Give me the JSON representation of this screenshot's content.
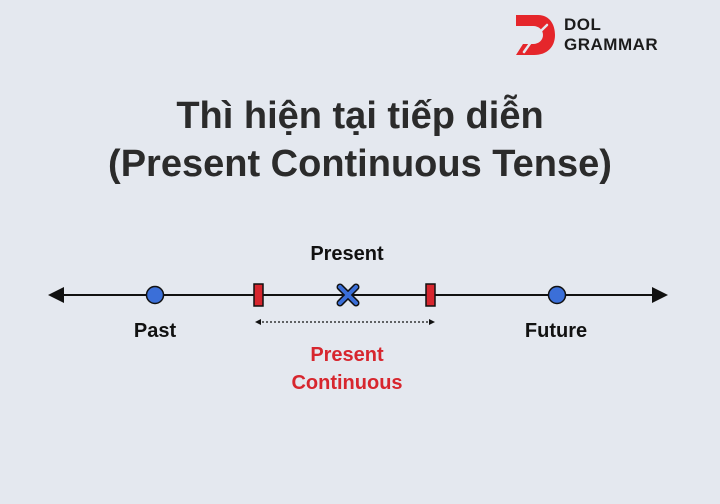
{
  "logo": {
    "line1": "DOL",
    "line2": "GRAMMAR"
  },
  "title": {
    "line1": "Thì hiện tại tiếp diễn",
    "line2": "(Present Continuous Tense)"
  },
  "timeline": {
    "labels": {
      "present": "Present",
      "past": "Past",
      "future": "Future",
      "present_continuous_line1": "Present",
      "present_continuous_line2": "Continuous"
    }
  },
  "colors": {
    "background": "#e4e8ef",
    "brand_red": "#e5262b",
    "highlight_red": "#d7262e",
    "marker_blue": "#3b6fd8",
    "line": "#111111"
  }
}
